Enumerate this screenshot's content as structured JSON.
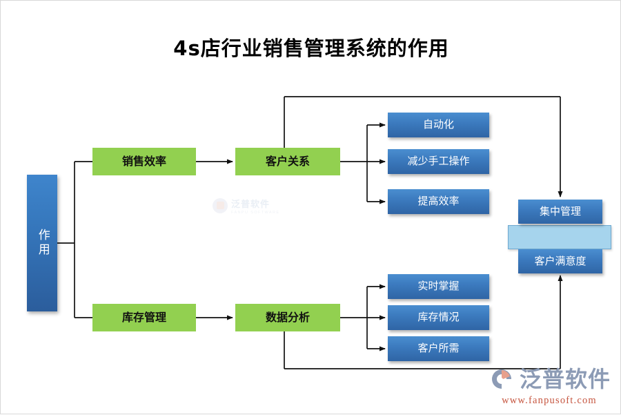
{
  "page": {
    "title": "4s店行业销售管理系统的作用",
    "background_color": "#ffffff"
  },
  "colors": {
    "green": "#92d050",
    "blue_top": "#4a8ed0",
    "blue_bottom": "#2f65a5",
    "light_blue": "#a6d4ed",
    "line": "#000000",
    "title_text": "#000000"
  },
  "diagram": {
    "root": {
      "label": "作用"
    },
    "branches": [
      {
        "name": "top-branch",
        "level1": {
          "label": "销售效率"
        },
        "level2": {
          "label": "客户关系"
        },
        "level3": [
          {
            "label": "自动化"
          },
          {
            "label": "减少手工操作"
          },
          {
            "label": "提高效率"
          }
        ]
      },
      {
        "name": "bottom-branch",
        "level1": {
          "label": "库存管理"
        },
        "level2": {
          "label": "数据分析"
        },
        "level3": [
          {
            "label": "实时掌握"
          },
          {
            "label": "库存情况"
          },
          {
            "label": "客户所需"
          }
        ]
      }
    ],
    "outcomes": [
      {
        "label": "集中管理"
      },
      {
        "label": "客户满意度"
      }
    ]
  },
  "watermark": {
    "cn": "泛普软件",
    "en": "FANPU SOFTWARE"
  },
  "logo": {
    "cn": "泛普软件",
    "url": "www.fanpusoft.com"
  }
}
